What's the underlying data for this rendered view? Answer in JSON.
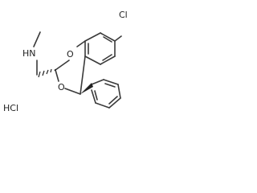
{
  "molecule": {
    "atoms": {
      "cl": "Cl",
      "nh": "HN",
      "o_upper": "O",
      "o_lower": "O"
    },
    "salt": "HCl"
  },
  "colors": {
    "bond": "#3a3a3a",
    "text": "#222222",
    "background": "#ffffff"
  }
}
